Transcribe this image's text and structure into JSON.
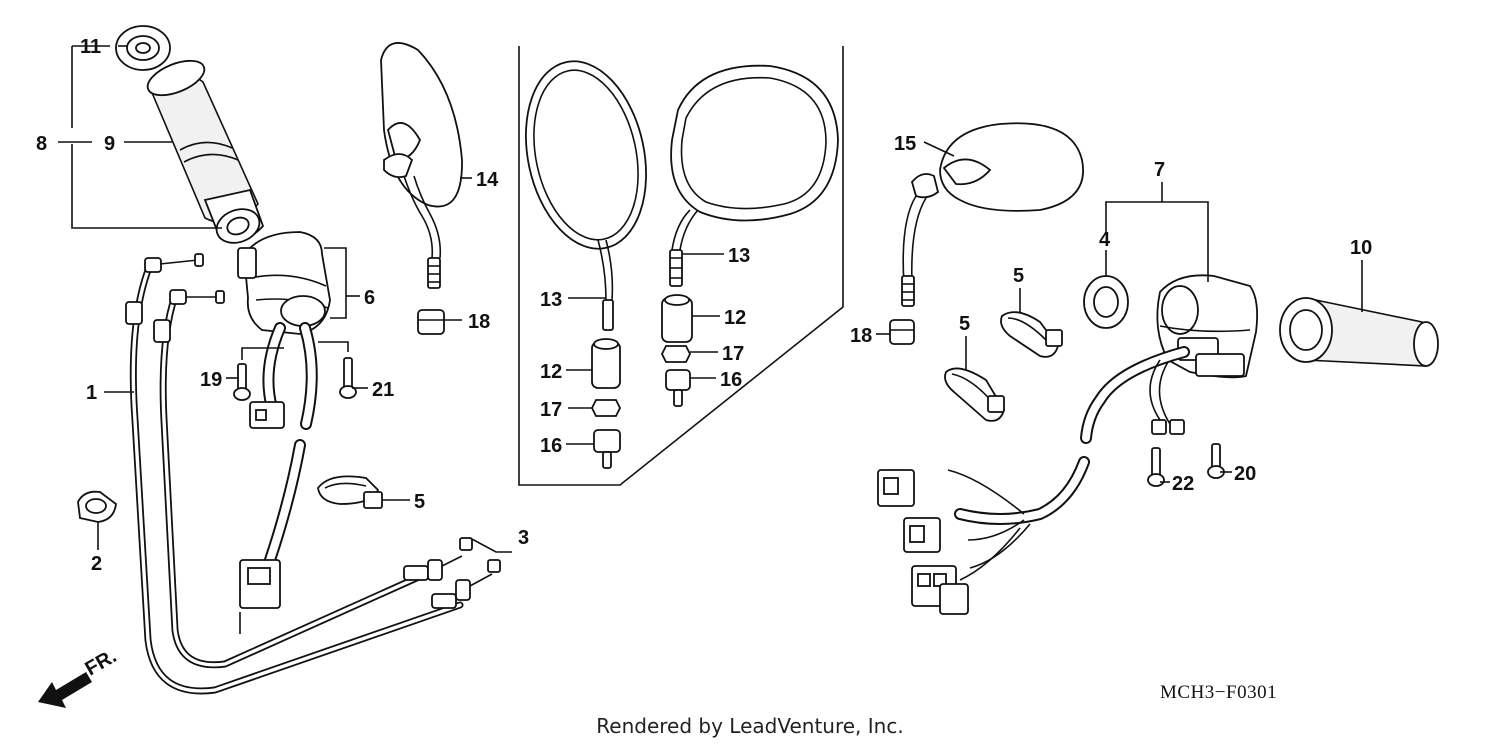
{
  "diagram": {
    "code": "MCH3−F0301",
    "credit": "Rendered by LeadVenture, Inc.",
    "direction_label": "FR.",
    "callouts": {
      "c1": "1",
      "c2": "2",
      "c3": "3",
      "c4": "4",
      "c5a": "5",
      "c5b": "5",
      "c5c": "5",
      "c6": "6",
      "c7": "7",
      "c8": "8",
      "c9": "9",
      "c10": "10",
      "c11": "11",
      "c12a": "12",
      "c12b": "12",
      "c13a": "13",
      "c13b": "13",
      "c14": "14",
      "c15": "15",
      "c16a": "16",
      "c16b": "16",
      "c17a": "17",
      "c17b": "17",
      "c18a": "18",
      "c18b": "18",
      "c19": "19",
      "c20": "20",
      "c21": "21",
      "c22": "22"
    }
  }
}
